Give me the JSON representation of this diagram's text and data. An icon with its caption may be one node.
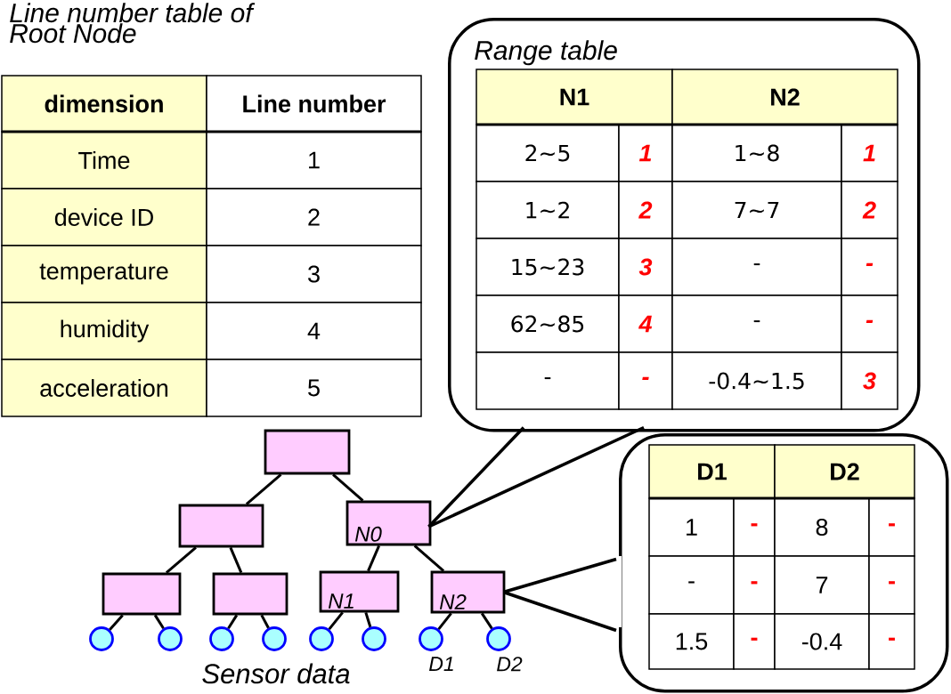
{
  "diagram": {
    "nodes": [
      {
        "text": [
          "Range table"
        ]
      },
      {
        "text": [],
        "shape": "box"
      },
      {
        "text": [],
        "shape": "box"
      },
      {
        "text": [],
        "shape": "box"
      },
      {
        "text": [
          "N0"
        ]
      },
      {
        "text": [],
        "shape": "box"
      },
      {
        "text": [],
        "shape": "box"
      },
      {
        "text": [
          "N1"
        ]
      },
      {
        "text": [
          "N2"
        ]
      },
      {
        "text": [],
        "shape": "circle"
      },
      {
        "text": [],
        "shape": "circle"
      },
      {
        "text": [],
        "shape": "circle"
      },
      {
        "text": [],
        "shape": "circle"
      },
      {
        "text": [],
        "shape": "circle"
      },
      {
        "text": [],
        "shape": "circle"
      },
      {
        "text": [],
        "shape": "circle",
        "beside": [
          "D1"
        ]
      },
      {
        "text": [],
        "shape": "circle",
        "beside": [
          "D2"
        ]
      }
    ],
    "edges": [
      {
        "from": 2,
        "to": 3,
        "arrow": "none"
      },
      {
        "from": 2,
        "to": 4,
        "arrow": "none"
      },
      {
        "from": 3,
        "to": 5,
        "arrow": "none"
      },
      {
        "from": 3,
        "to": 6,
        "arrow": "none"
      },
      {
        "from": 4,
        "to": 7,
        "arrow": "none"
      },
      {
        "from": 4,
        "to": 8,
        "arrow": "none"
      },
      {
        "from": 5,
        "to": 9,
        "arrow": "none"
      },
      {
        "from": 5,
        "to": 10,
        "arrow": "none"
      },
      {
        "from": 6,
        "to": 11,
        "arrow": "none"
      },
      {
        "from": 6,
        "to": 12,
        "arrow": "none"
      },
      {
        "from": 7,
        "to": 13,
        "arrow": "none"
      },
      {
        "from": 7,
        "to": 14,
        "arrow": "none"
      },
      {
        "from": 8,
        "to": 15,
        "arrow": "none"
      },
      {
        "from": 8,
        "to": 16,
        "arrow": "none"
      },
      {
        "from": 0,
        "to": 4,
        "arrow": "none"
      },
      {
        "from": 1,
        "to": 8,
        "arrow": "none"
      }
    ],
    "labels": [
      "Line number table of Root Node",
      "dimension",
      "Line number",
      "Time",
      "1",
      "device ID",
      "2",
      "temperature",
      "3",
      "humidity",
      "4",
      "acceleration",
      "5",
      "N1",
      "N2",
      "2∼5",
      "1",
      "1∼8",
      "1",
      "1∼2",
      "2",
      "7∼7",
      "2",
      "15∼23",
      "3",
      "-",
      "-",
      "62∼85",
      "4",
      "-",
      "-",
      "-",
      "-",
      "-0.4∼1.5",
      "3",
      "D1",
      "D2",
      "1",
      "-",
      "8",
      "-",
      "-",
      "-",
      "7",
      "-",
      "1.5",
      "-",
      "-0.4",
      "-",
      "Sensor data"
    ]
  }
}
